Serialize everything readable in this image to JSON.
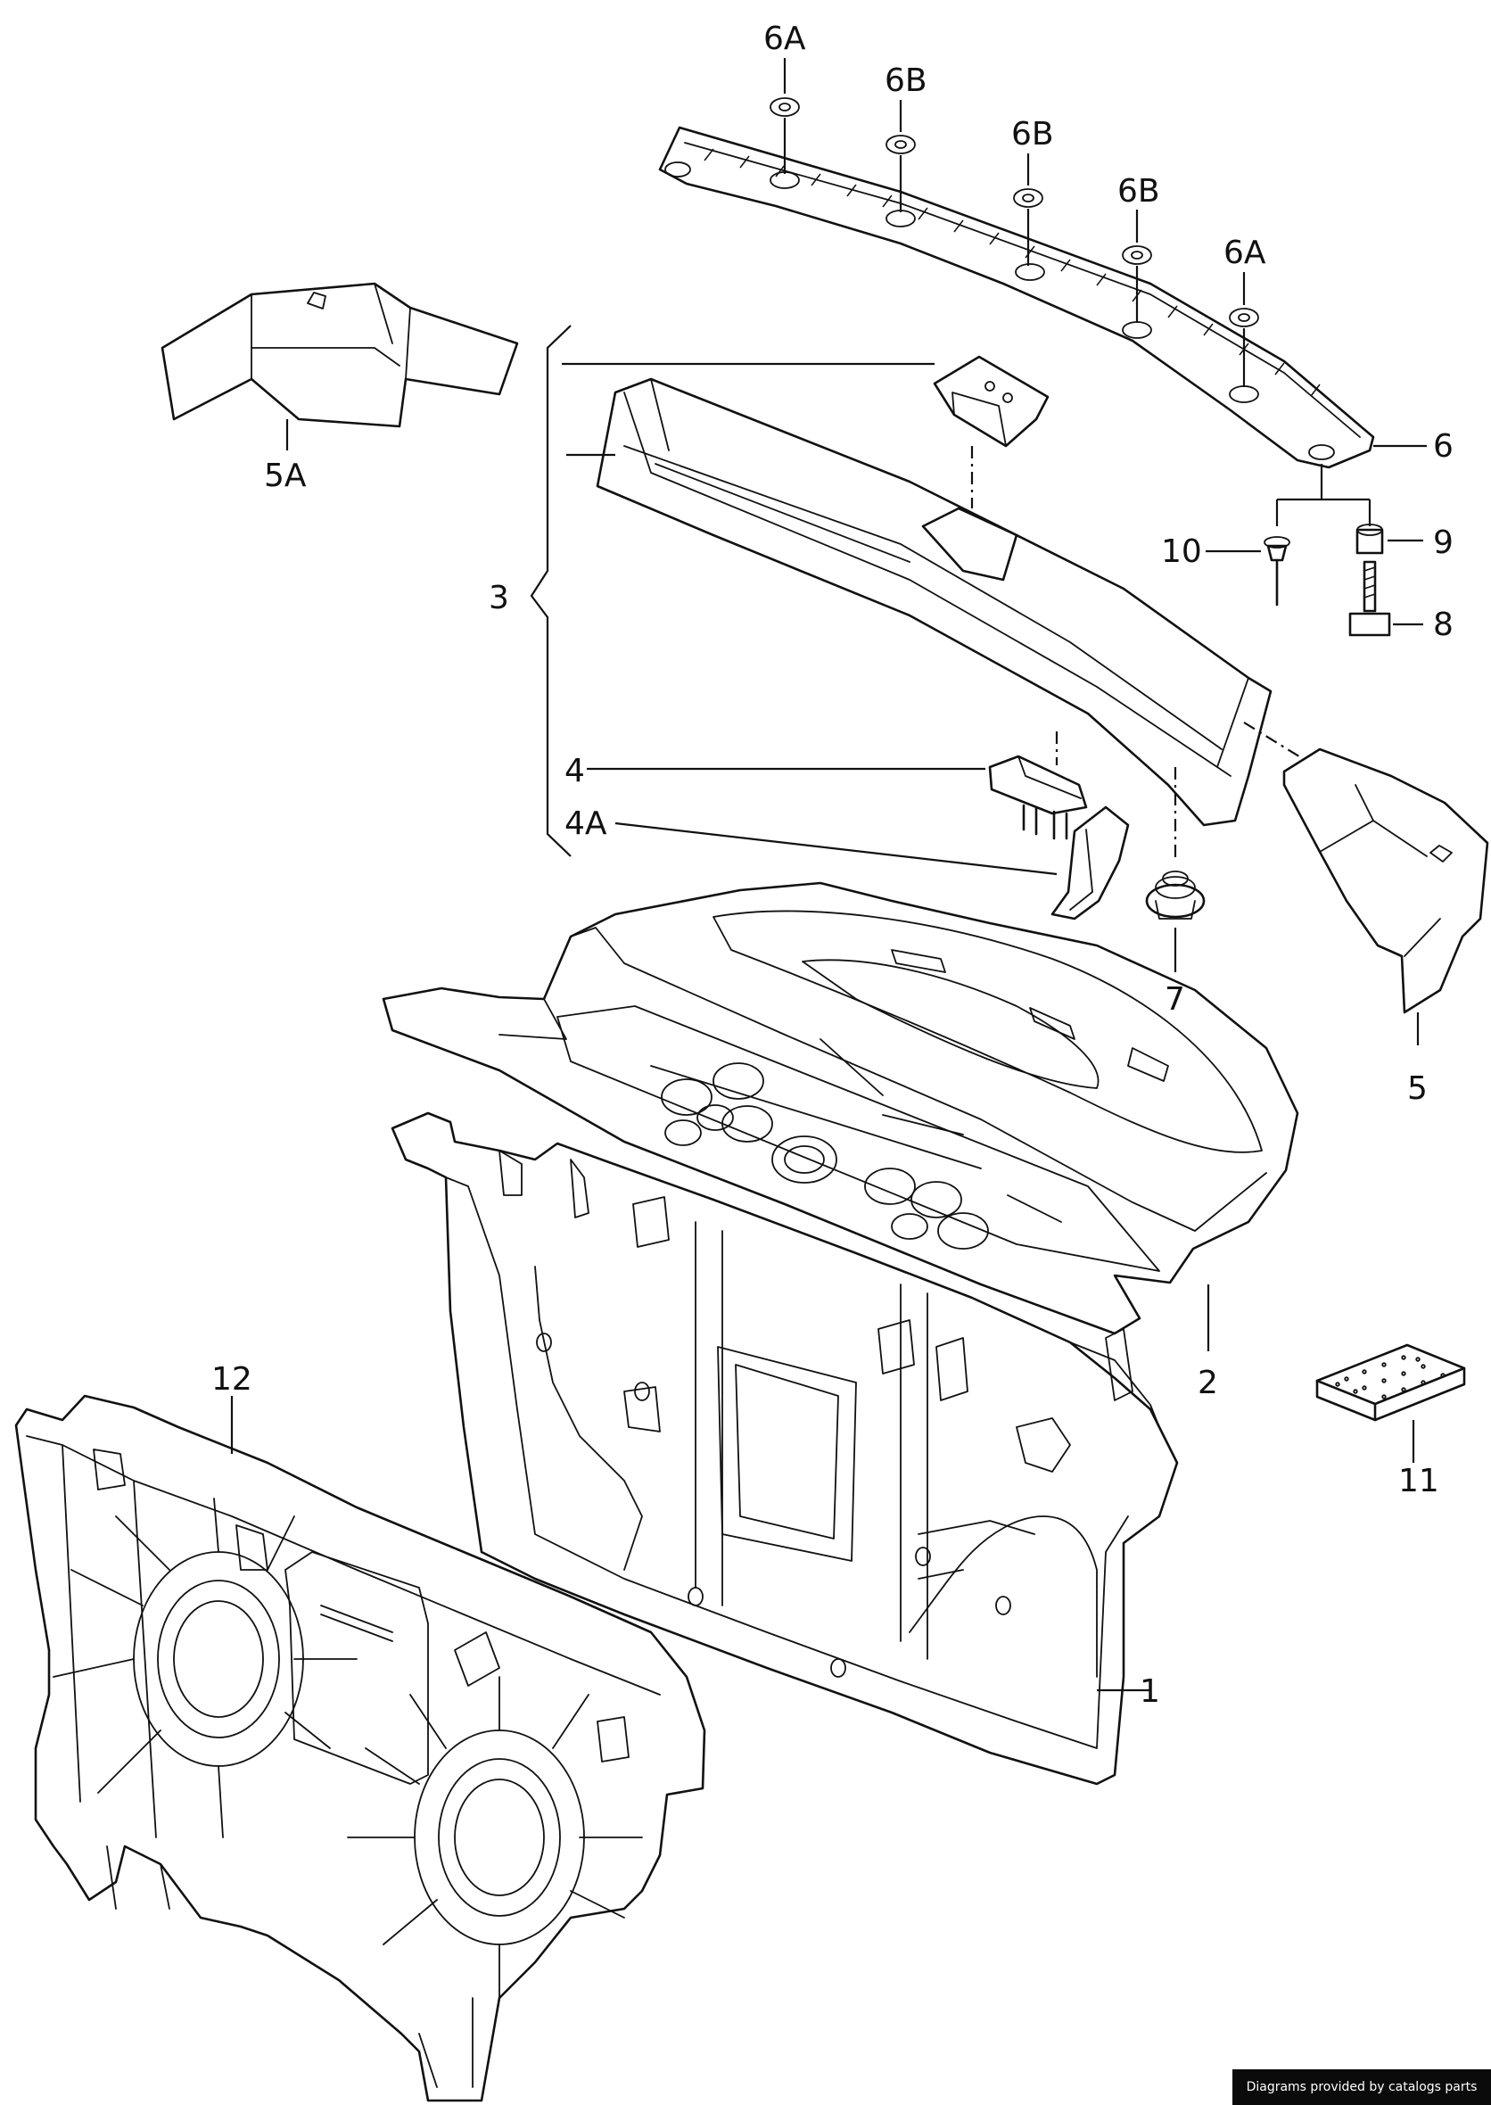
{
  "callouts": {
    "c1": "1",
    "c2": "2",
    "c3": "3",
    "c4": "4",
    "c4a": "4A",
    "c5": "5",
    "c5a": "5A",
    "c6": "6",
    "c6a_left": "6A",
    "c6b_1": "6B",
    "c6b_2": "6B",
    "c6b_3": "6B",
    "c6a_right": "6A",
    "c7": "7",
    "c8": "8",
    "c9": "9",
    "c10": "10",
    "c11": "11",
    "c12": "12"
  },
  "credit": "Diagrams provided by catalogs parts"
}
